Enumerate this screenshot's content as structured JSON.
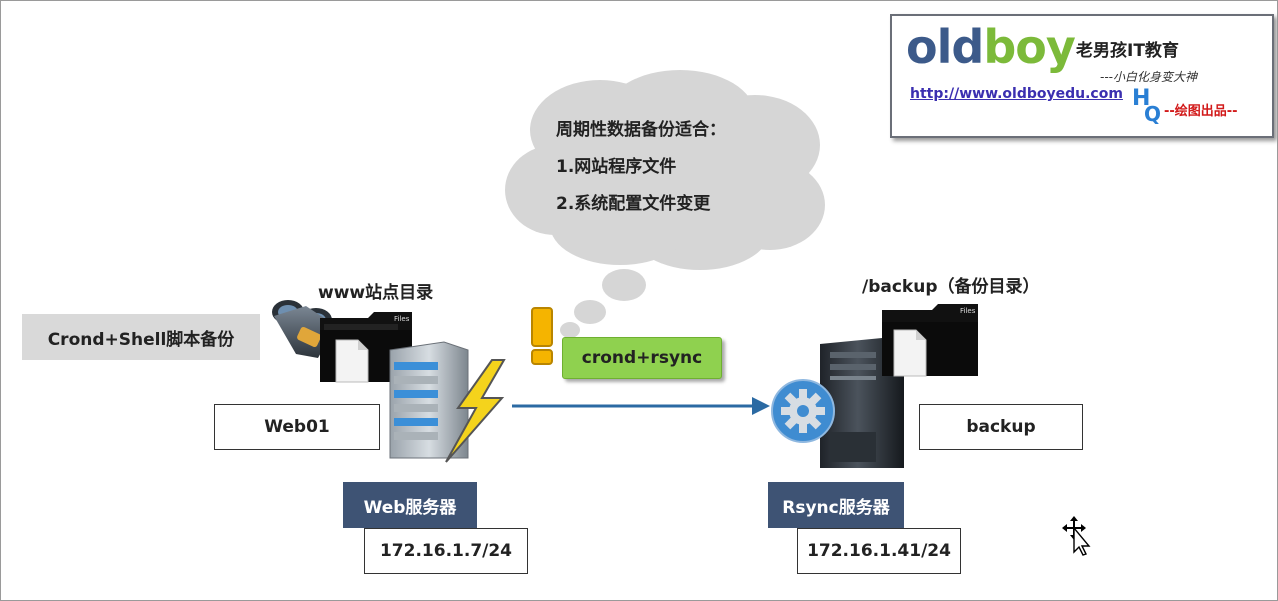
{
  "logo": {
    "word_old": "old",
    "word_boy": "boy",
    "name_cn": "老男孩IT教育",
    "slogan": "---小白化身变大神",
    "url": "http://www.oldboyedu.com",
    "hq_h": "H",
    "hq_q": "Q",
    "credit": "--绘图出品--"
  },
  "cloud": {
    "heading": "周期性数据备份适合：",
    "item1": "1.网站程序文件",
    "item2": "2.系统配置文件变更"
  },
  "left": {
    "crond_label": "Crond+Shell脚本备份",
    "dir_label": "www站点目录",
    "host_name": "Web01",
    "role_label": "Web服务器",
    "ip": "172.16.1.7/24"
  },
  "right": {
    "dir_label": "/backup（备份目录）",
    "host_name": "backup",
    "role_label": "Rsync服务器",
    "ip": "172.16.1.41/24"
  },
  "transfer": {
    "label": "crond+rsync",
    "arrow_color": "#2b6aa3"
  },
  "folder_tab": "Files",
  "colors": {
    "dark_label_bg": "#3e5374",
    "green_label_bg": "#8fd14f",
    "gray_label_bg": "#d9d9d9",
    "logo_blue": "#3c5a8a",
    "logo_green": "#7cba3a"
  }
}
